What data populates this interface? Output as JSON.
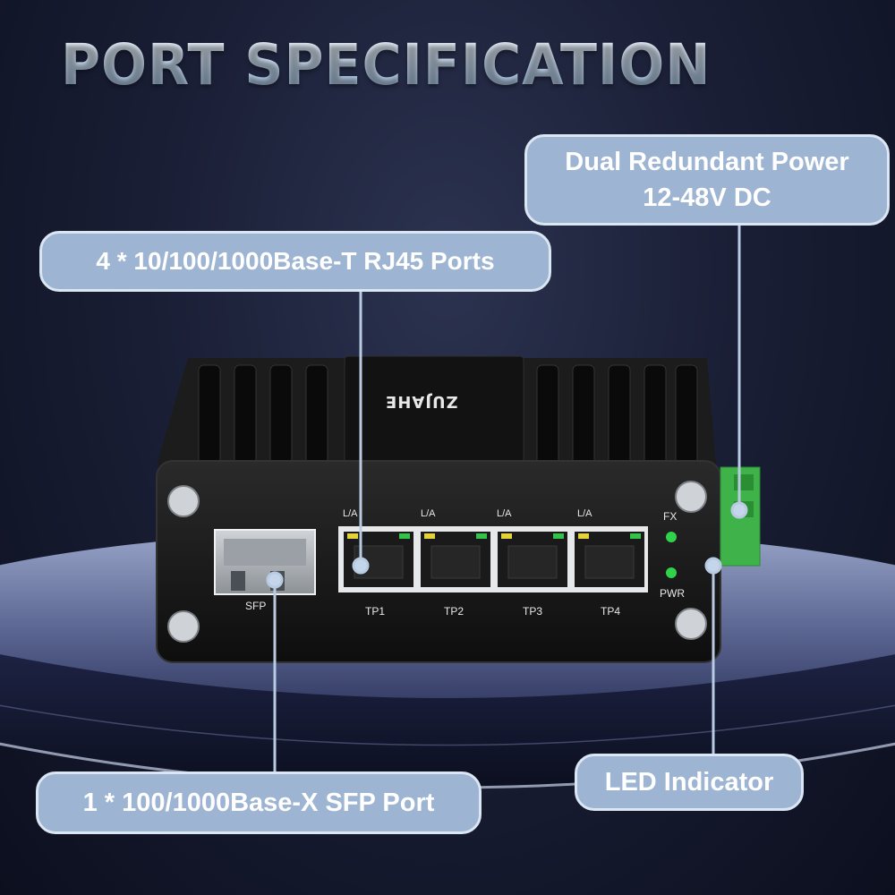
{
  "title": "PORT SPECIFICATION",
  "callouts": {
    "rj45": "4 * 10/100/1000Base-T RJ45 Ports",
    "power_line1": "Dual Redundant Power",
    "power_line2": "12-48V DC",
    "sfp": "1 * 100/1000Base-X SFP Port",
    "led": "LED Indicator"
  },
  "device": {
    "brand": "ZUJAHE",
    "sfp_label": "SFP",
    "port_indicator_label": "L/A",
    "ports": [
      "TP1",
      "TP2",
      "TP3",
      "TP4"
    ],
    "led_labels": [
      "FX",
      "PWR"
    ]
  },
  "colors": {
    "callout_fill": "#9db4d2",
    "callout_border": "#dbe6f3",
    "device_body": "#141414",
    "terminal_green": "#3fb24a",
    "led_green": "#2fd24a"
  }
}
